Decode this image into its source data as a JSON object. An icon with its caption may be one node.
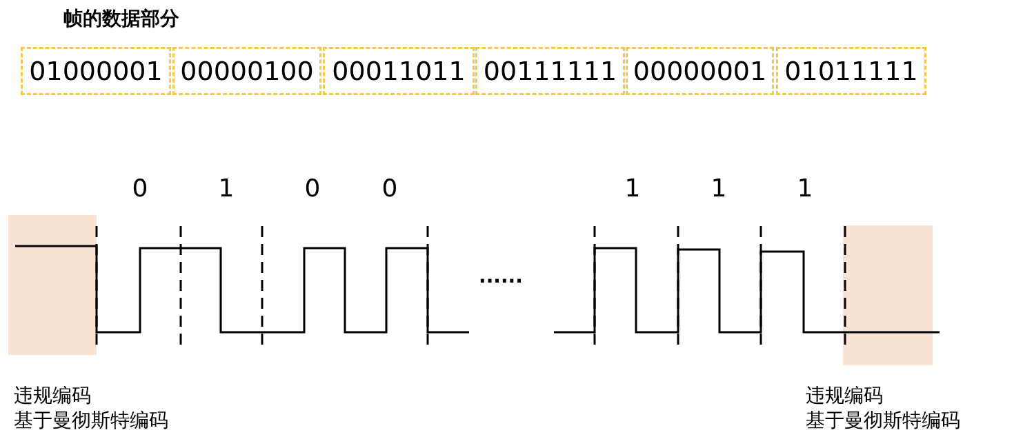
{
  "diagram": {
    "title": "帧的数据部分",
    "nodes": [
      {
        "text": [
          "01000001"
        ]
      },
      {
        "text": [
          "00000100"
        ]
      },
      {
        "text": [
          "00011011"
        ]
      },
      {
        "text": [
          "00111111"
        ]
      },
      {
        "text": [
          "00000001"
        ]
      },
      {
        "text": [
          "01011111"
        ]
      },
      {
        "text": [],
        "shape": "box",
        "beside": [
          "违规编码",
          "基于曼彻斯特编码"
        ]
      },
      {
        "text": [],
        "shape": "box",
        "beside": [
          "违规编码",
          "基于曼彻斯特编码"
        ]
      }
    ],
    "edges": [],
    "labels": [
      "0",
      "1",
      "0",
      "0",
      "1",
      "1",
      "1",
      "......"
    ]
  }
}
